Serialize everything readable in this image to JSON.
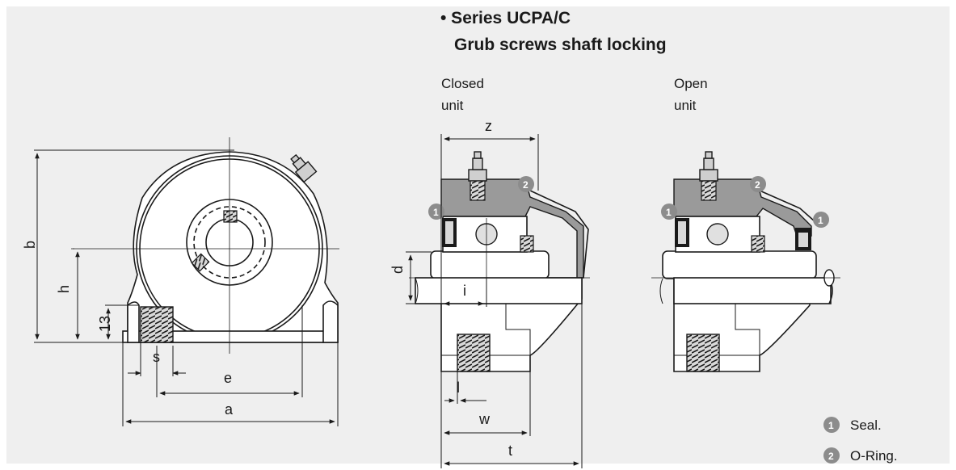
{
  "title": {
    "line1": "• Series UCPA/C",
    "line2": "Grub screws shaft locking"
  },
  "views": {
    "closed": {
      "line1": "Closed",
      "line2": "unit"
    },
    "open": {
      "line1": "Open",
      "line2": "unit"
    }
  },
  "dimensions": {
    "b": "b",
    "h": "h",
    "thirteen": "13",
    "s": "s",
    "e": "e",
    "a": "a",
    "z": "z",
    "d": "d",
    "i": "i",
    "l": "l",
    "w": "w",
    "t": "t"
  },
  "badges": {
    "one": "1",
    "two": "2"
  },
  "legend": [
    {
      "number": "1",
      "label": "Seal."
    },
    {
      "number": "2",
      "label": "O-Ring."
    }
  ]
}
